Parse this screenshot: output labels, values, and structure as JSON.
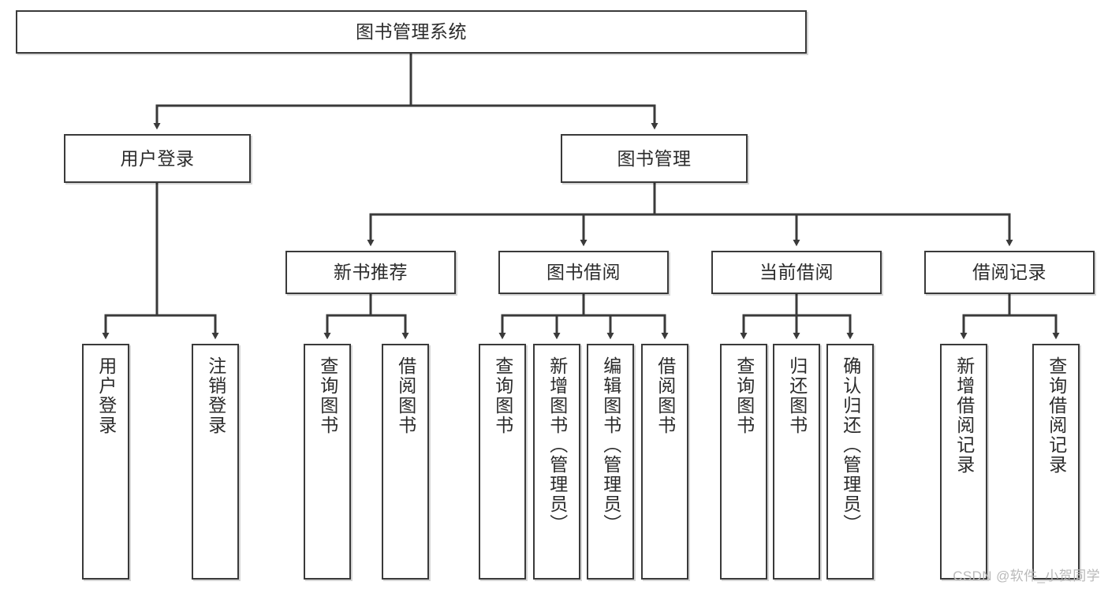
{
  "diagram": {
    "type": "tree-hierarchy-function-decomposition",
    "root": {
      "id": "root",
      "label": "图书管理系统"
    },
    "level1": [
      {
        "id": "user-login",
        "label": "用户登录"
      },
      {
        "id": "book-manage",
        "label": "图书管理"
      }
    ],
    "level2": [
      {
        "id": "new-book-recommend",
        "label": "新书推荐",
        "parent": "book-manage"
      },
      {
        "id": "book-borrow",
        "label": "图书借阅",
        "parent": "book-manage"
      },
      {
        "id": "current-borrow",
        "label": "当前借阅",
        "parent": "book-manage"
      },
      {
        "id": "borrow-record",
        "label": "借阅记录",
        "parent": "book-manage"
      }
    ],
    "leaves": [
      {
        "id": "leaf-user-login",
        "label": "用户登录",
        "parent": "user-login"
      },
      {
        "id": "leaf-logout-login",
        "label": "注销登录",
        "parent": "user-login"
      },
      {
        "id": "leaf-query-book-1",
        "label": "查询图书",
        "parent": "new-book-recommend"
      },
      {
        "id": "leaf-borrow-book-1",
        "label": "借阅图书",
        "parent": "new-book-recommend"
      },
      {
        "id": "leaf-query-book-2",
        "label": "查询图书",
        "parent": "book-borrow"
      },
      {
        "id": "leaf-add-book",
        "label": "新增图书（管理员）",
        "parent": "book-borrow"
      },
      {
        "id": "leaf-edit-book",
        "label": "编辑图书（管理员）",
        "parent": "book-borrow"
      },
      {
        "id": "leaf-borrow-book-2",
        "label": "借阅图书",
        "parent": "book-borrow"
      },
      {
        "id": "leaf-query-book-3",
        "label": "查询图书",
        "parent": "current-borrow"
      },
      {
        "id": "leaf-return-book",
        "label": "归还图书",
        "parent": "current-borrow"
      },
      {
        "id": "leaf-confirm-return",
        "label": "确认归还（管理员）",
        "parent": "current-borrow"
      },
      {
        "id": "leaf-add-record",
        "label": "新增借阅记录",
        "parent": "borrow-record"
      },
      {
        "id": "leaf-query-record",
        "label": "查询借阅记录",
        "parent": "borrow-record"
      }
    ],
    "colors": {
      "box_border": "#3a3a3a",
      "box_fill": "#ffffff",
      "connector": "#3a3a3a",
      "text": "#2b2b2b",
      "watermark": "#b9b9b9"
    }
  },
  "watermark": {
    "text": "CSDN @软件_小贺同学"
  }
}
